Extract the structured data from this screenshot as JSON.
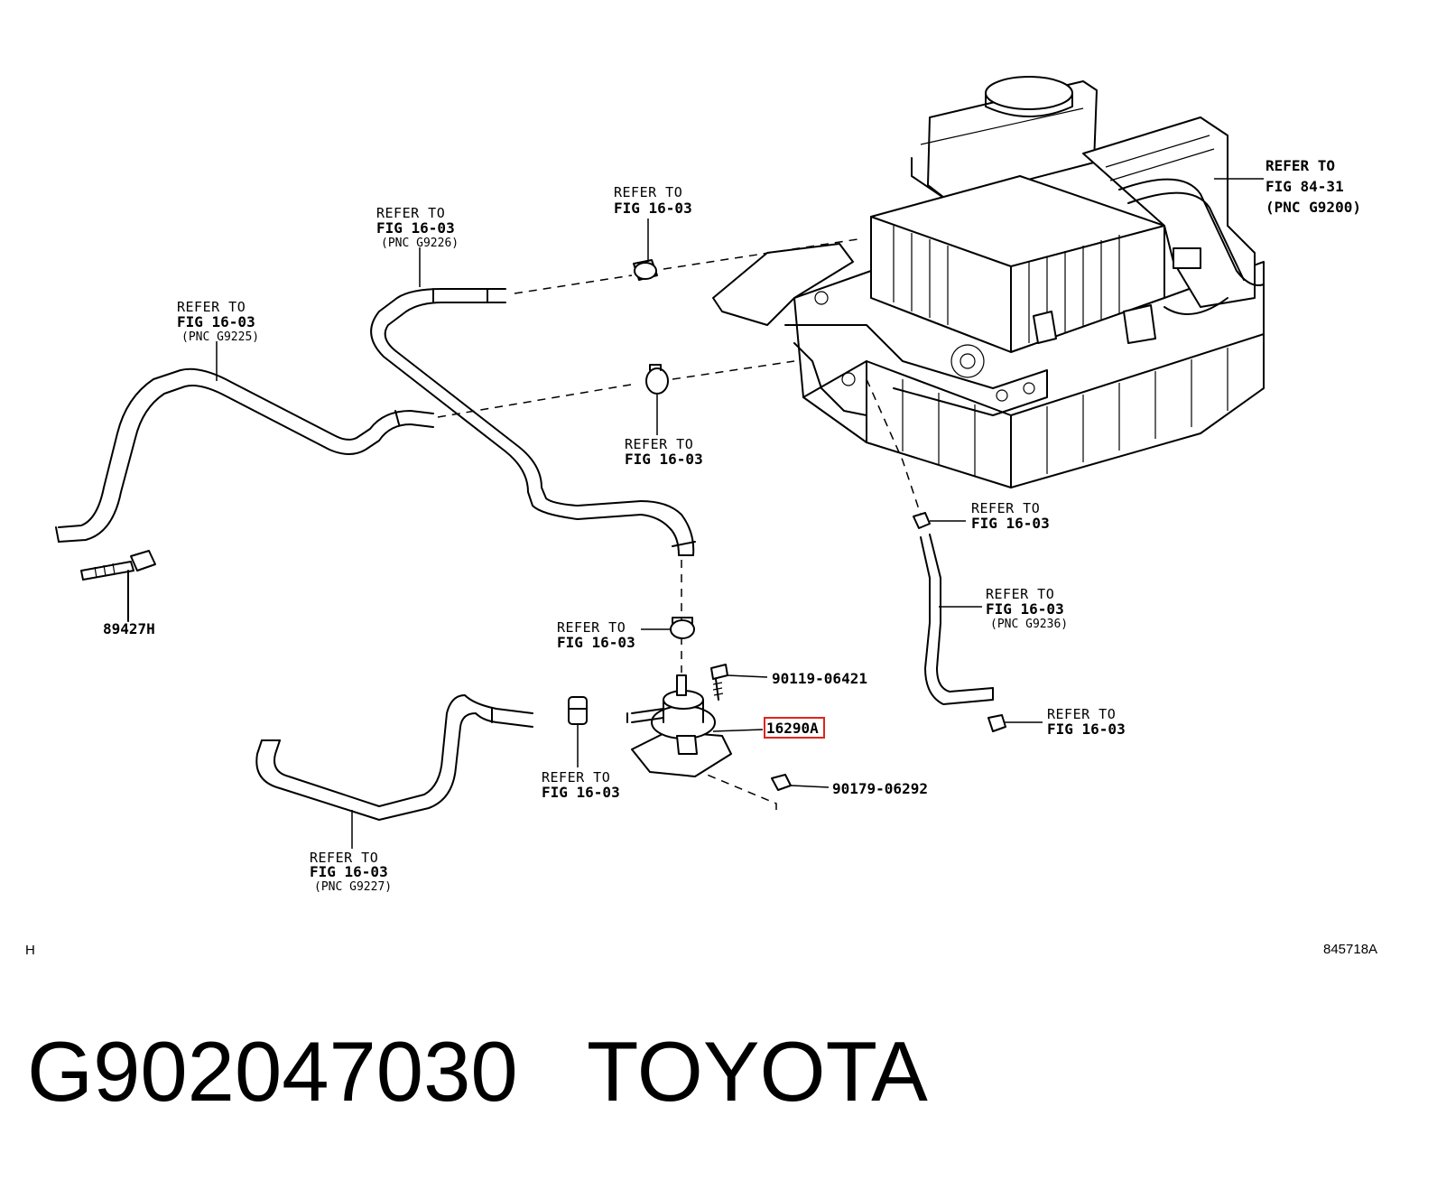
{
  "callouts": {
    "top_center_clamp": {
      "line1": "REFER TO",
      "line2": "FIG 16-03"
    },
    "hose_g9226": {
      "line1": "REFER TO",
      "line2": "FIG 16-03",
      "pnc": "(PNC G9226)"
    },
    "hose_g9225": {
      "line1": "REFER TO",
      "line2": "FIG 16-03",
      "pnc": "(PNC G9225)"
    },
    "mid_clamp": {
      "line1": "REFER TO",
      "line2": "FIG 16-03"
    },
    "inverter": {
      "line1": "REFER TO",
      "line2": "FIG 84-31",
      "pnc": "(PNC G9200)"
    },
    "right_clip": {
      "line1": "REFER TO",
      "line2": "FIG 16-03"
    },
    "hose_g9236": {
      "line1": "REFER TO",
      "line2": "FIG 16-03",
      "pnc": "(PNC G9236)"
    },
    "pump_clamp": {
      "line1": "REFER TO",
      "line2": "FIG 16-03"
    },
    "lower_clamp": {
      "line1": "REFER TO",
      "line2": "FIG 16-03"
    },
    "right_bottom_clip": {
      "line1": "REFER TO",
      "line2": "FIG 16-03"
    },
    "hose_g9227": {
      "line1": "REFER TO",
      "line2": "FIG 16-03",
      "pnc": "(PNC G9227)"
    }
  },
  "part_numbers": {
    "sensor": "89427H",
    "bolt": "90119-06421",
    "pump": "16290A",
    "nut": "90179-06292"
  },
  "corner_marks": {
    "left": "H",
    "right": "845718A"
  },
  "footer": {
    "code": "G902047030",
    "brand": "TOYOTA"
  },
  "colors": {
    "highlight": "#e0241b",
    "line": "#000000",
    "background": "#ffffff"
  }
}
